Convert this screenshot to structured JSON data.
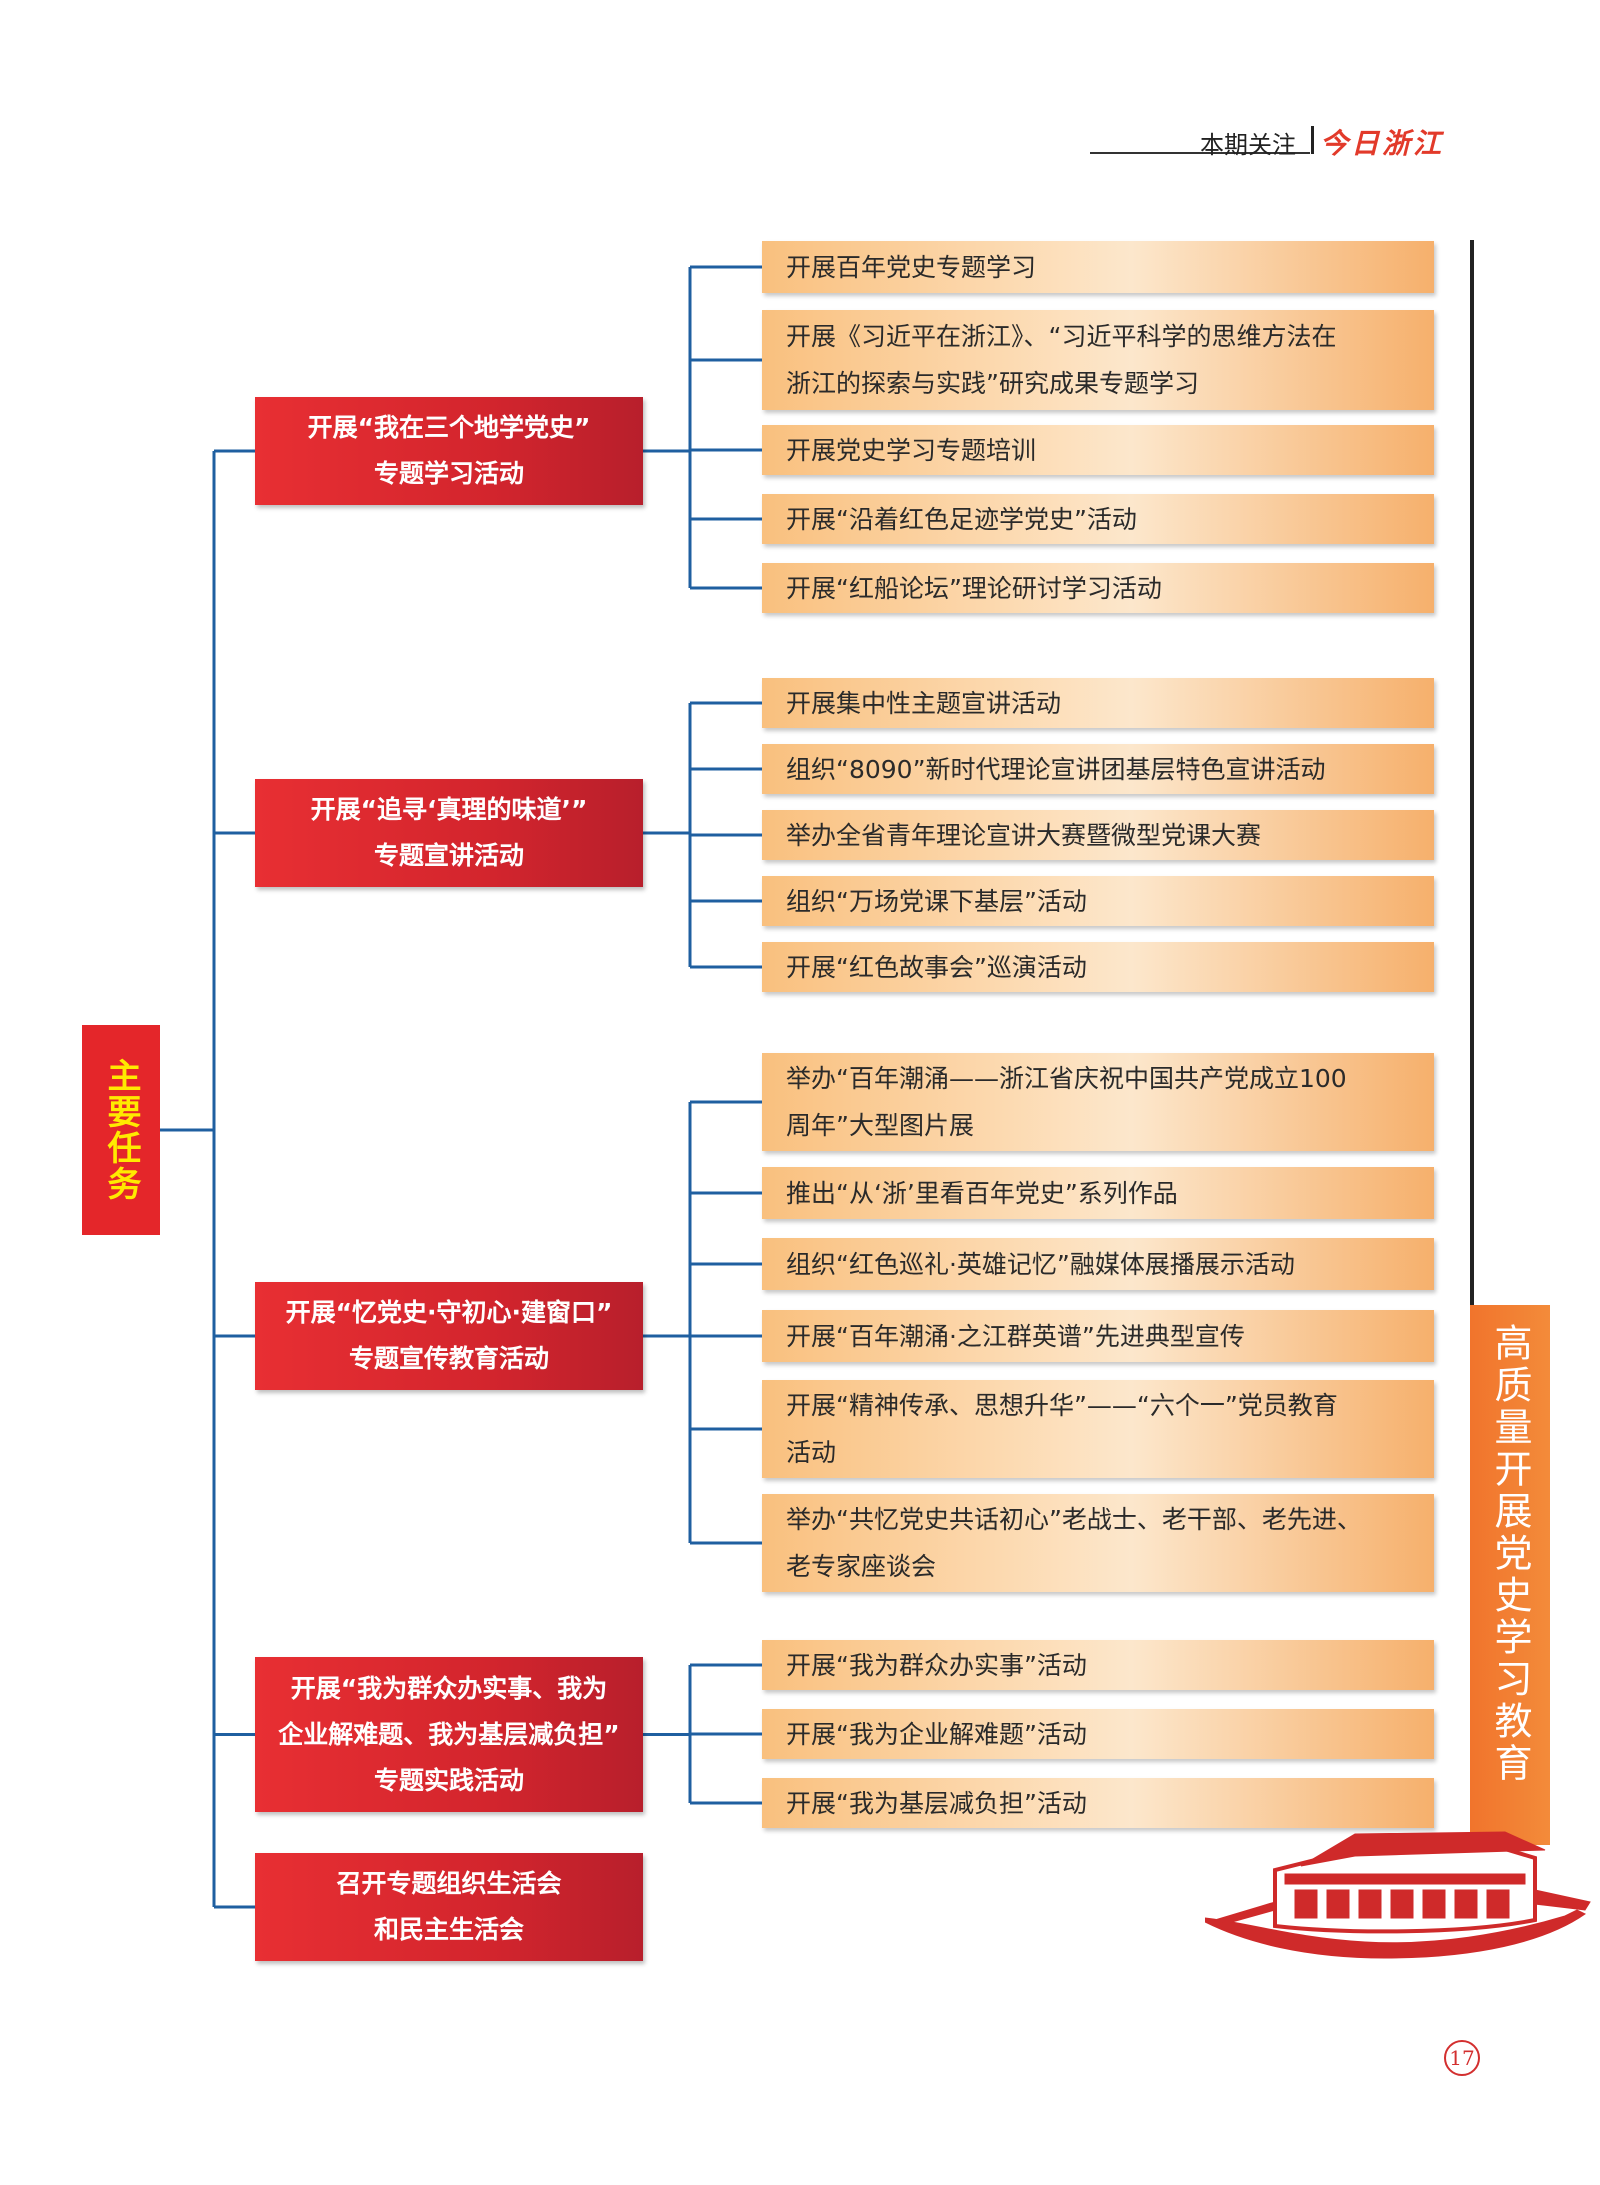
{
  "header": {
    "section_label": "本期关注",
    "brand": "今日浙江"
  },
  "root": {
    "label": "主要任务"
  },
  "branches": [
    {
      "label": "开展“我在三个地学党史”\n专题学习活动",
      "items": [
        "开展百年党史专题学习",
        "开展《习近平在浙江》、“习近平科学的思维方法在\n浙江的探索与实践”研究成果专题学习",
        "开展党史学习专题培训",
        "开展“沿着红色足迹学党史”活动",
        "开展“红船论坛”理论研讨学习活动"
      ]
    },
    {
      "label": "开展“追寻‘真理的味道’”\n专题宣讲活动",
      "items": [
        "开展集中性主题宣讲活动",
        "组织“8090”新时代理论宣讲团基层特色宣讲活动",
        "举办全省青年理论宣讲大赛暨微型党课大赛",
        "组织“万场党课下基层”活动",
        "开展“红色故事会”巡演活动"
      ]
    },
    {
      "label": "开展“忆党史·守初心·建窗口”\n专题宣传教育活动",
      "items": [
        "举办“百年潮涌——浙江省庆祝中国共产党成立100\n周年”大型图片展",
        "推出“从‘浙’里看百年党史”系列作品",
        "组织“红色巡礼·英雄记忆”融媒体展播展示活动",
        "开展“百年潮涌·之江群英谱”先进典型宣传",
        "开展“精神传承、思想升华”——“六个一”党员教育\n活动",
        "举办“共忆党史共话初心”老战士、老干部、老先进、\n老专家座谈会"
      ]
    },
    {
      "label": "开展“我为群众办实事、我为\n企业解难题、我为基层减负担”\n专题实践活动",
      "items": [
        "开展“我为群众办实事”活动",
        "开展“我为企业解难题”活动",
        "开展“我为基层减负担”活动"
      ]
    },
    {
      "label": "召开专题组织生活会\n和民主生活会",
      "items": []
    }
  ],
  "side_banner": {
    "text": "高质量开展党史学习教育"
  },
  "page_number": "17",
  "colors": {
    "connector": "#1f5fa0",
    "root_bg": "#e4262a",
    "root_text": "#ffea00",
    "branch_bg": "#d3252d",
    "leaf_bg": "#fbd5a6",
    "banner_bg": "#f2802f"
  }
}
